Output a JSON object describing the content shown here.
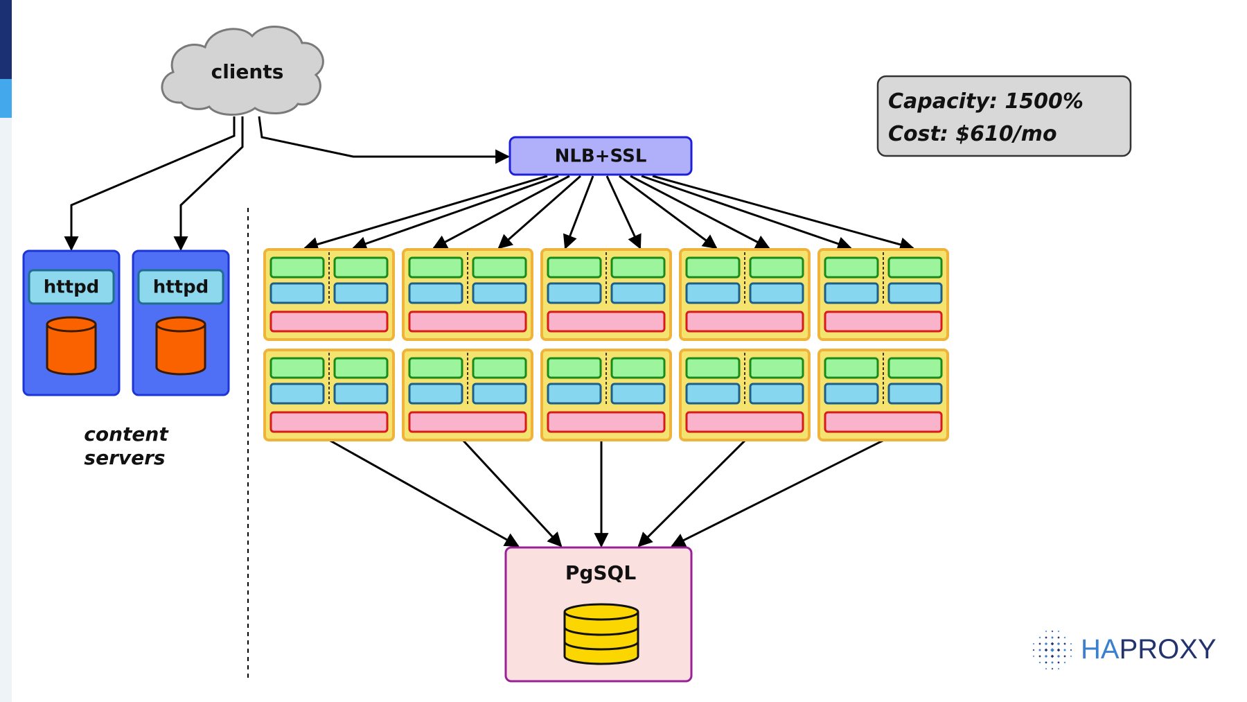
{
  "diagram": {
    "clients": {
      "label": "clients"
    },
    "load_balancer": {
      "label": "NLB+SSL"
    },
    "content_servers": [
      {
        "label": "httpd"
      },
      {
        "label": "httpd"
      }
    ],
    "content_servers_caption": [
      "content",
      "servers"
    ],
    "database": {
      "label": "PgSQL"
    },
    "capacity_box": {
      "capacity": "Capacity: 1500%",
      "cost": "Cost: $610/mo"
    },
    "app_server_grid": {
      "rows": 2,
      "columns": 5
    }
  },
  "logo": {
    "ha": "HA",
    "proxy": "PROXY"
  },
  "colors": {
    "cloud": "#d3d3d3",
    "lb_fill": "#b0b0fa",
    "lb_border": "#1f1fd8",
    "httpd_fill": "#4f6ff5",
    "httpd_label_fill": "#8ed8ee",
    "cylinder": "#fa6200",
    "app_fill": "#f5e36f",
    "app_border": "#efb23a",
    "green": "#9cf59c",
    "blue": "#86d6f0",
    "pink": "#f9b4cc",
    "db_fill": "#fbe0e0",
    "db_border": "#9a2098",
    "db_cylinder": "#fcd600"
  }
}
